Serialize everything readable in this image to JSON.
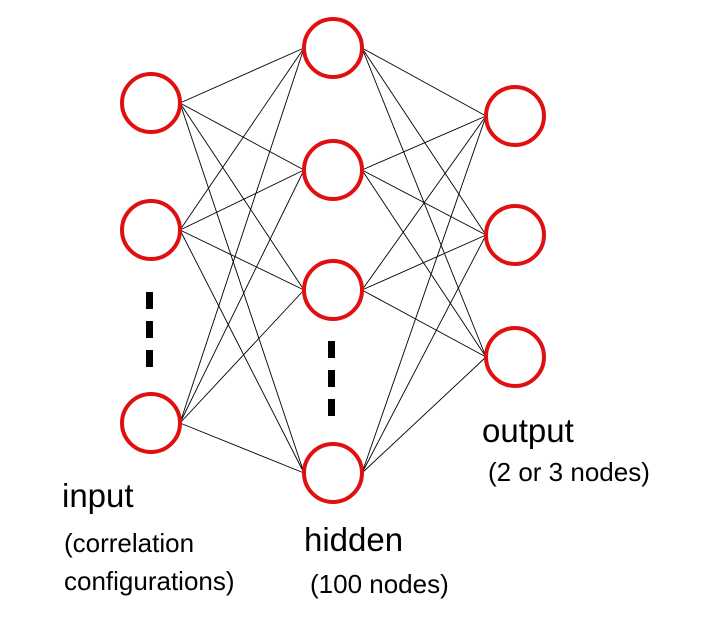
{
  "layers": {
    "input": {
      "title": "input",
      "line1": "(correlation",
      "line2": "configurations)",
      "visible_nodes": 3
    },
    "hidden": {
      "title": "hidden",
      "subtitle": "(100 nodes)",
      "visible_nodes": 4
    },
    "output": {
      "title": "output",
      "subtitle": "(2 or 3 nodes)",
      "visible_nodes": 3
    }
  },
  "colors": {
    "node_stroke": "#e01010",
    "node_fill": "#ffffff",
    "connection": "#000000",
    "ellipsis": "#000000",
    "text": "#000000"
  }
}
